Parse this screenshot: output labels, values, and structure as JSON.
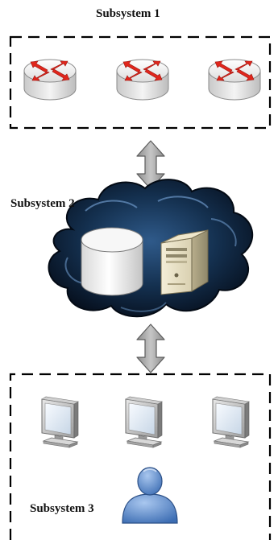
{
  "subsystems": [
    {
      "label": "Subsystem 1",
      "devices": [
        "router-icon",
        "router-icon",
        "router-icon"
      ]
    },
    {
      "label": "Subsystem 2",
      "devices": [
        "database-icon",
        "server-tower-icon"
      ],
      "container": "cloud-icon"
    },
    {
      "label": "Subsystem 3",
      "devices": [
        "monitor-icon",
        "monitor-icon",
        "monitor-icon",
        "user-icon"
      ]
    }
  ],
  "connectors": [
    "double-arrow-icon",
    "double-arrow-icon"
  ],
  "colors": {
    "router_arrow": "#e0261c",
    "cloud_dark": "#08172d",
    "cloud_light": "#5f8fc4",
    "arrow_fill": "#a8a8a8",
    "user_body": "#5e8fd0",
    "boundary": "#000000"
  }
}
